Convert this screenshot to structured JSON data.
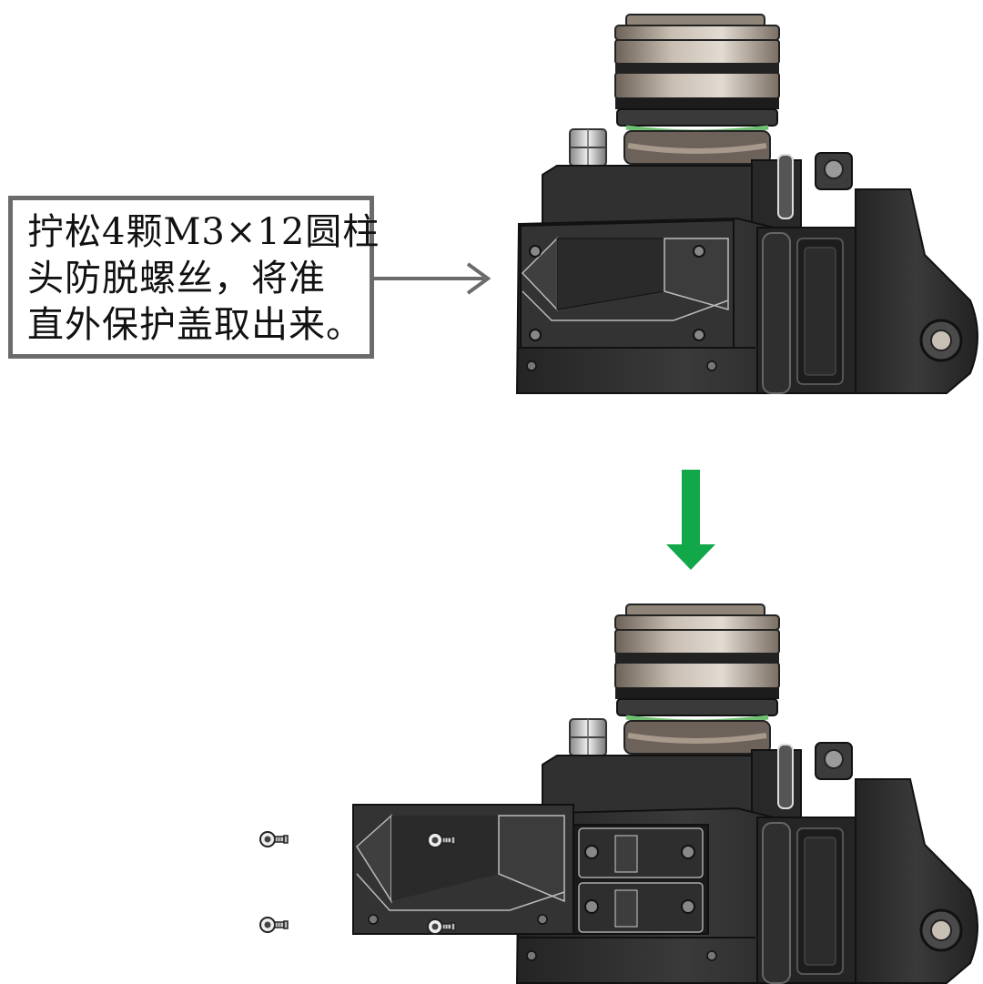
{
  "instruction": {
    "lines": [
      "拧松4颗M3×12圆柱",
      "头防脱螺丝，将准",
      "直外保护盖取出来。"
    ]
  },
  "colors": {
    "callout_border": "#6b6b6b",
    "pointer_arrow": "#6b6b6b",
    "step_arrow": "#12a84a",
    "housing": "#2d2d2d",
    "lens_ring": "#b9aea2",
    "seal_ring": "#6fbf73"
  },
  "icons": {
    "pointer": "arrow-right-icon",
    "step": "arrow-down-icon",
    "screw": "screw-icon"
  }
}
